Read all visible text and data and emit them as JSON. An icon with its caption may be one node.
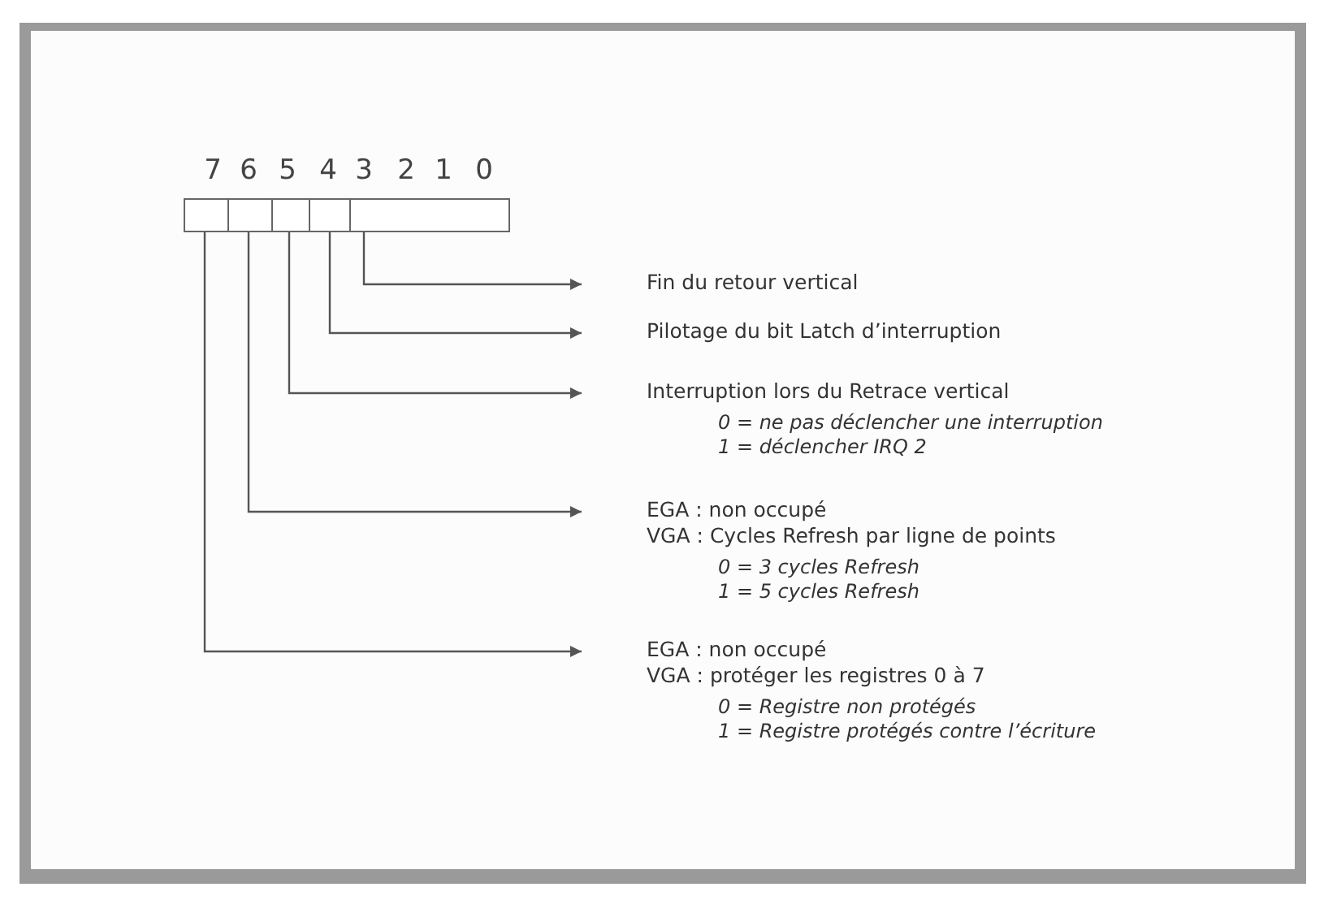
{
  "diagram": {
    "nodes": [
      {
        "text": [],
        "shape": "box"
      },
      {
        "text": [],
        "shape": "box"
      },
      {
        "text": [],
        "shape": "box"
      },
      {
        "text": [],
        "shape": "box"
      },
      {
        "text": [],
        "shape": "box"
      },
      {
        "text": [
          "Fin du retour vertical"
        ]
      },
      {
        "text": [
          "Pilotage du bit Latch d’interruption"
        ]
      },
      {
        "text": [
          "Interruption lors du Retrace vertical",
          "0 = ne pas déclencher une interruption",
          "1 = déclencher IRQ 2"
        ]
      },
      {
        "text": [
          "EGA : non occupé",
          "VGA : Cycles Refresh par ligne de points",
          "0 = 3 cycles Refresh",
          "1 = 5 cycles Refresh"
        ]
      },
      {
        "text": [
          "EGA : non occupé",
          "VGA : protéger les registres 0 à 7",
          "0 = Registre non protégés",
          "1 = Registre protégés contre l’écriture"
        ]
      }
    ],
    "edges": [
      {
        "from": 4,
        "to": 5,
        "arrow": "to"
      },
      {
        "from": 3,
        "to": 6,
        "arrow": "to"
      },
      {
        "from": 2,
        "to": 7,
        "arrow": "to"
      },
      {
        "from": 1,
        "to": 8,
        "arrow": "to"
      },
      {
        "from": 0,
        "to": 9,
        "arrow": "to"
      }
    ],
    "labels": [
      "7",
      "6",
      "5",
      "4",
      "3",
      "2",
      "1",
      "0"
    ]
  }
}
